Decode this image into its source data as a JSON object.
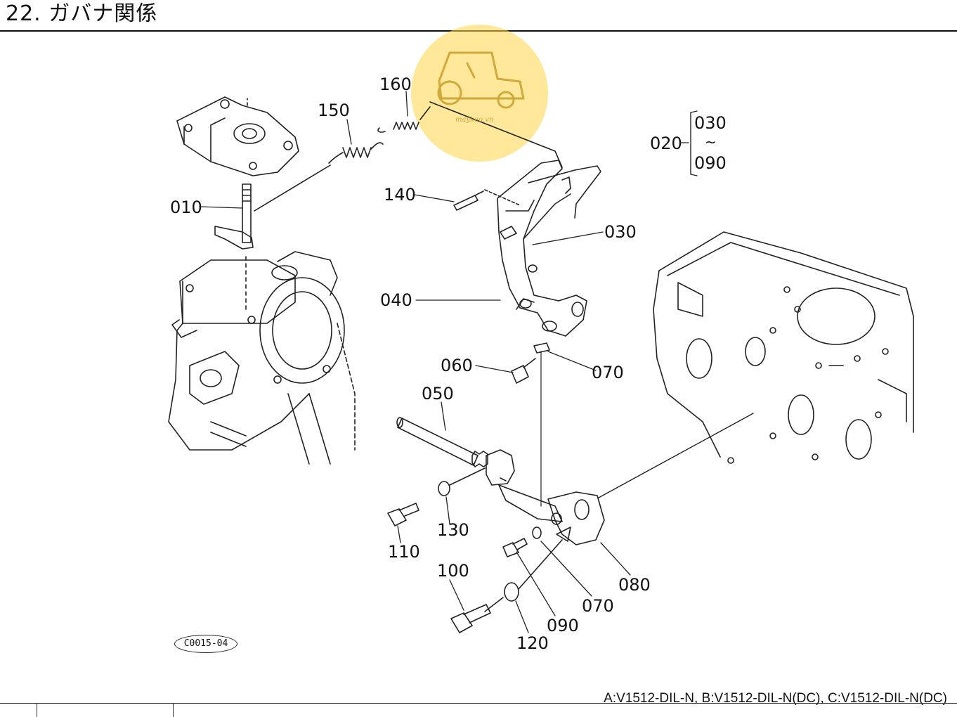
{
  "title": "22. ガバナ関係",
  "figure_code": "C0015-04",
  "footer": {
    "models": "A:V1512-DIL-N,  B:V1512-DIL-N(DC),  C:V1512-DIL-N(DC)"
  },
  "watermark": {
    "brand": "maykeo.vn",
    "icon": "tractor-icon",
    "color": "#FFD646"
  },
  "group": {
    "label": "020",
    "range_start": "030",
    "range_symbol": "~",
    "range_end": "090"
  },
  "parts": {
    "p010": "010",
    "p030": "030",
    "p040": "040",
    "p050": "050",
    "p060": "060",
    "p070a": "070",
    "p070b": "070",
    "p080": "080",
    "p090": "090",
    "p100": "100",
    "p110": "110",
    "p120": "120",
    "p130": "130",
    "p140": "140",
    "p150": "150",
    "p160": "160"
  }
}
